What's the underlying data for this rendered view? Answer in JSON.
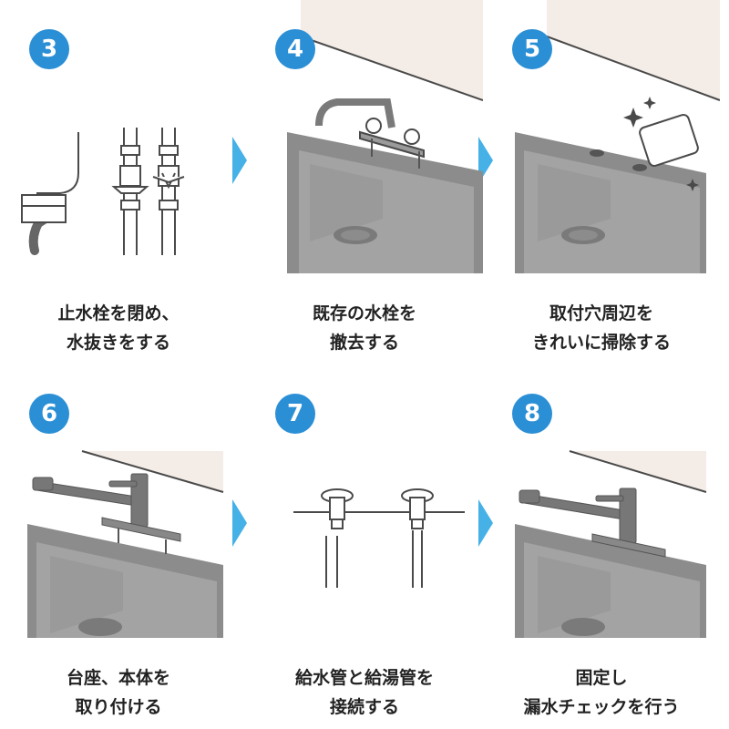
{
  "colors": {
    "badge": "#2b8fd6",
    "arrow": "#45b1e6",
    "line": "#4a4a4a",
    "sink": "#8c8c8c",
    "wall": "#f4ece6"
  },
  "steps": [
    {
      "number": "3",
      "caption": [
        "止水栓を閉め、",
        "水抜きをする"
      ]
    },
    {
      "number": "4",
      "caption": [
        "既存の水栓を",
        "撤去する"
      ]
    },
    {
      "number": "5",
      "caption": [
        "取付穴周辺を",
        "きれいに掃除する"
      ]
    },
    {
      "number": "6",
      "caption": [
        "台座、本体を",
        "取り付ける"
      ]
    },
    {
      "number": "7",
      "caption": [
        "給水管と給湯管を",
        "接続する"
      ]
    },
    {
      "number": "8",
      "caption": [
        "固定し",
        "漏水チェックを行う"
      ]
    }
  ],
  "icons": [
    "arrow-right-icon",
    "hose-icon",
    "shutoff-valve-icon",
    "faucet-icon",
    "sparkle-icon",
    "sponge-icon",
    "single-lever-faucet-icon",
    "pipe-connector-icon"
  ]
}
